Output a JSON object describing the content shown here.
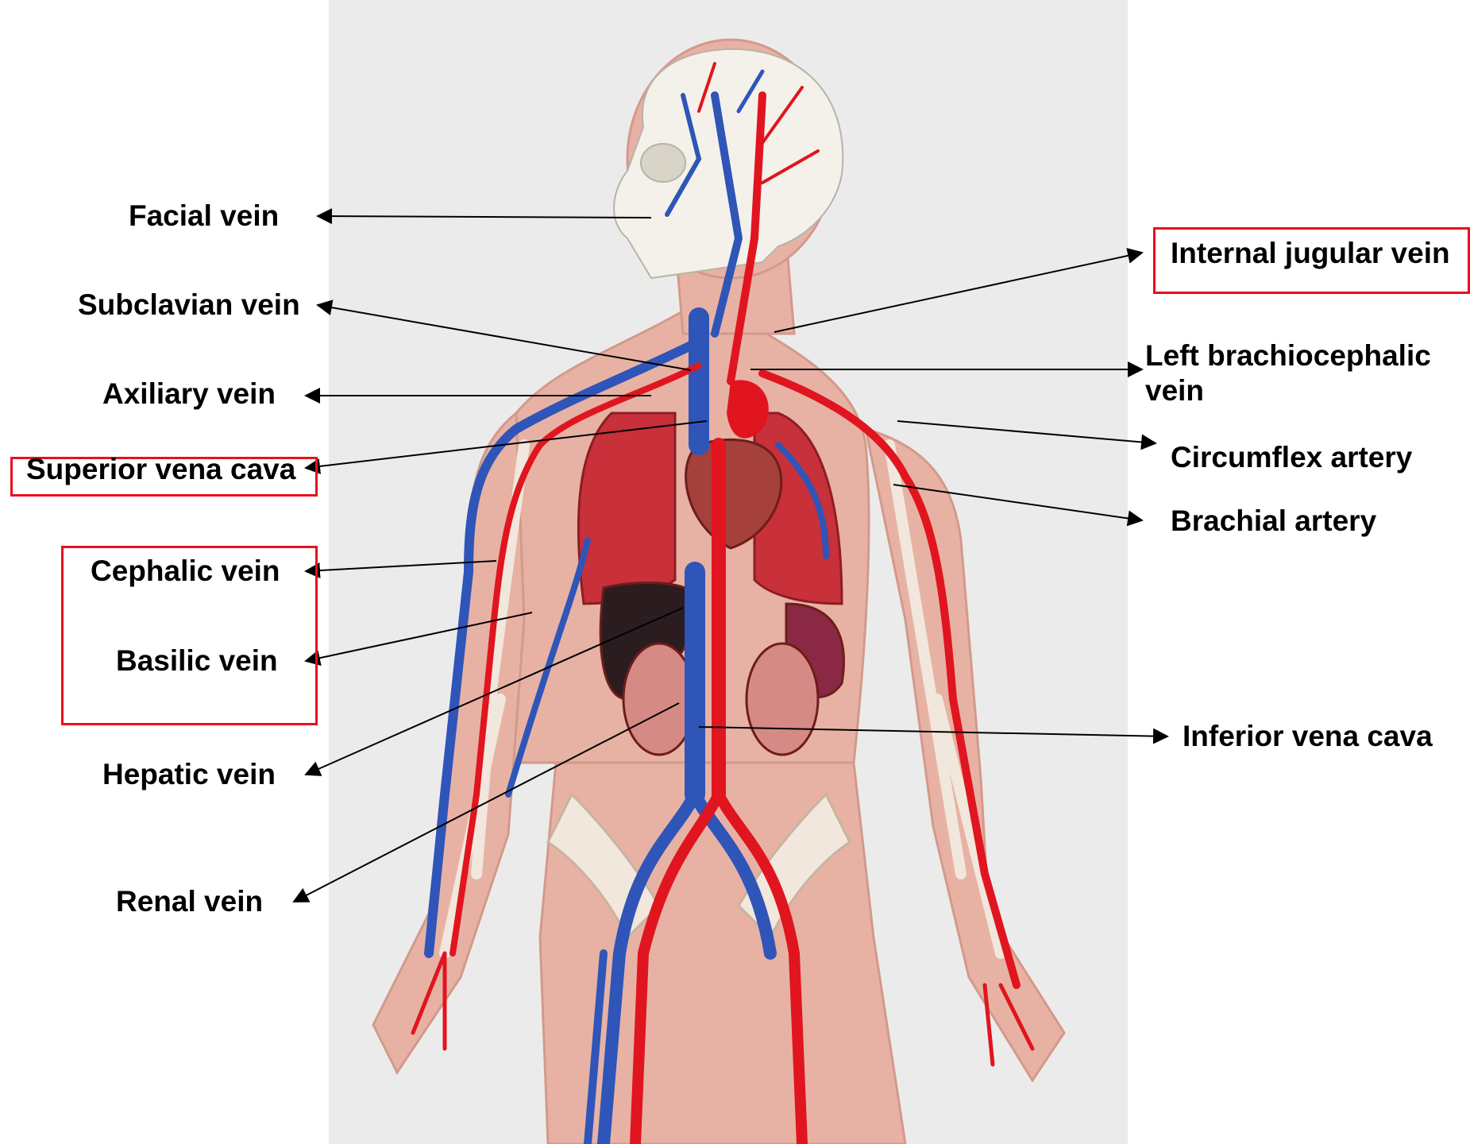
{
  "labels": {
    "facial_vein": "Facial vein",
    "subclavian_vein": "Subclavian vein",
    "axiliary_vein": "Axiliary vein",
    "superior_vena_cava": "Superior vena cava",
    "cephalic_vein": "Cephalic vein",
    "basilic_vein": "Basilic vein",
    "hepatic_vein": "Hepatic vein",
    "renal_vein": "Renal vein",
    "internal_jugular_vein": "Internal jugular vein",
    "left_brachiocephalic_vein_line1": "Left brachiocephalic",
    "left_brachiocephalic_vein_line2": "vein",
    "circumflex_artery": "Circumflex artery",
    "brachial_artery": "Brachial artery",
    "inferior_vena_cava": "Inferior vena cava"
  },
  "colors": {
    "highlight": "#e8101c",
    "vein": "#2f55b8",
    "artery": "#e0151f",
    "skin": "#e7b2a4",
    "background": "#ecebeb"
  }
}
